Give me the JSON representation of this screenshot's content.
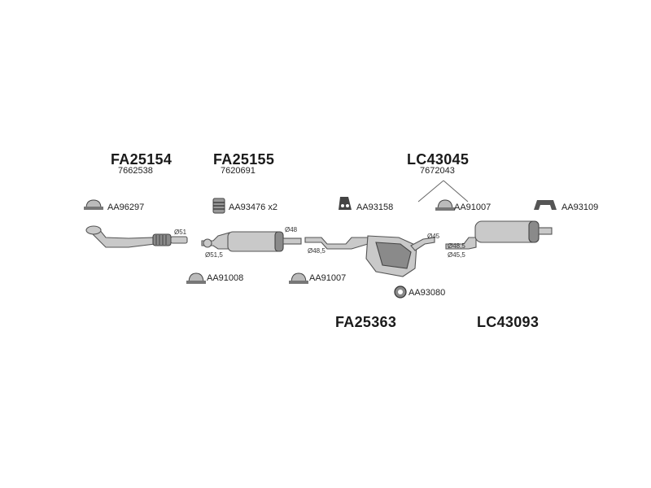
{
  "groups": [
    {
      "code": "FA25154",
      "number": "7662538"
    },
    {
      "code": "FA25155",
      "number": "7620691"
    },
    {
      "code": "LC43045",
      "number": "7672043"
    },
    {
      "code": "FA25363"
    },
    {
      "code": "LC43093"
    }
  ],
  "accessories": {
    "clamp_a96297": "AA96297",
    "spring_a93476": "AA93476 x2",
    "rubber_a93158": "AA93158",
    "clamp_a91007_right": "AA91007",
    "bracket_a93109": "AA93109",
    "clamp_a91008": "AA91008",
    "clamp_a91007_mid": "AA91007",
    "ring_a93080": "AA93080"
  },
  "dimensions": {
    "d51": "Ø51",
    "d48": "Ø48",
    "d515": "Ø51,5",
    "d485_mid": "Ø48,5",
    "d45": "Ø45",
    "d485_rear": "Ø48,5",
    "d455": "Ø45,5"
  }
}
